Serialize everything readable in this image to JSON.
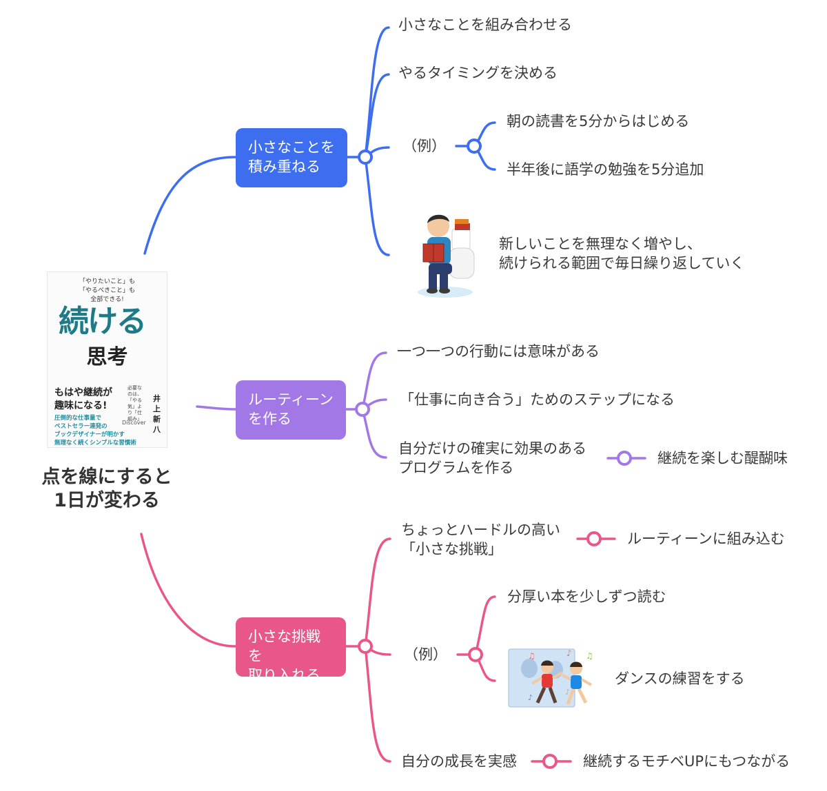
{
  "root": {
    "title": "点を線にすると\n1日が変わる",
    "book": {
      "tagline": "「やりたいこと」も\n「やるべきこと」も\n全部できる!",
      "title_big": "続ける",
      "title_sub": "思考",
      "headline": "もはや継続が\n趣味になる!",
      "description": "圧倒的な仕事量で\nベストセラー連発の\nブックデザイナーが明かす\n無理なく続くシンプルな習慣術",
      "middle_note": "必要なのは、「やる気」より「仕組み」",
      "author": "井上新八",
      "publisher": "Discover"
    }
  },
  "colors": {
    "blue": "#3e6ef0",
    "purple": "#a277e6",
    "pink": "#e9578a"
  },
  "branches": [
    {
      "label": "小さなことを\n積み重ねる",
      "color": "#3e6ef0",
      "items": [
        "小さなことを組み合わせる",
        "やるタイミングを決める",
        "（例）",
        "新しいことを無理なく増やし、\n続けられる範囲で毎日繰り返していく"
      ],
      "example_children": [
        "朝の読書を5分からはじめる",
        "半年後に語学の勉強を5分追加"
      ],
      "illustration": "reading-person-illustration"
    },
    {
      "label": "ルーティーンを作る",
      "color": "#a277e6",
      "items": [
        "一つ一つの行動には意味がある",
        "「仕事に向き合う」ためのステップになる",
        "自分だけの確実に効果のある\nプログラムを作る"
      ],
      "item_child": "継続を楽しむ醍醐味"
    },
    {
      "label": "小さな挑戦を\n取り入れる",
      "color": "#e9578a",
      "items": [
        "ちょっとハードルの高い\n「小さな挑戦」",
        "（例）",
        "自分の成長を実感"
      ],
      "first_child": "ルーティーンに組み込む",
      "example_children": [
        "分厚い本を少しずつ読む",
        "ダンスの練習をする"
      ],
      "last_child": "継続するモチベUPにもつながる",
      "illustration": "dancing-children-illustration"
    }
  ]
}
